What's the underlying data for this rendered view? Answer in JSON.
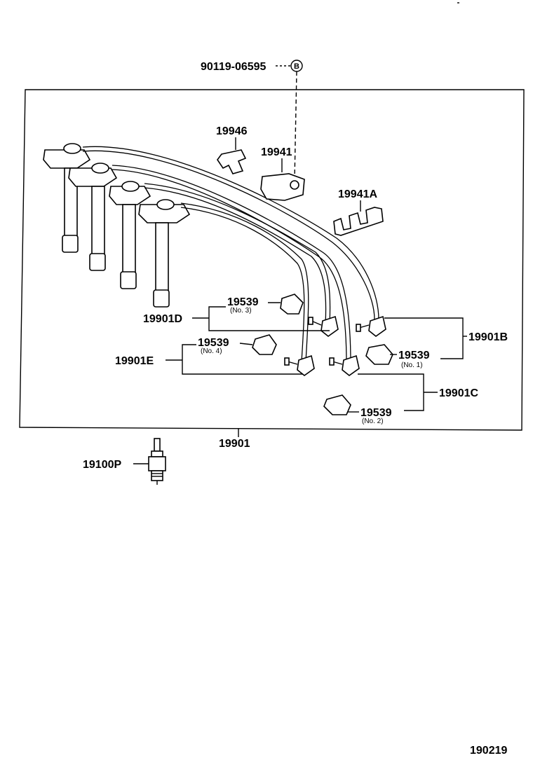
{
  "labels": {
    "bolt": "90119-06595",
    "bolt_marker": "B",
    "clamp_a": "19946",
    "clamp_b": "19941",
    "clamp_c": "19941A",
    "cord_d": "19901D",
    "cord_e": "19901E",
    "cord_b": "19901B",
    "cord_c": "19901C",
    "holder_no3": "19539",
    "holder_no3_sub": "(No. 3)",
    "holder_no4": "19539",
    "holder_no4_sub": "(No. 4)",
    "holder_no1": "19539",
    "holder_no1_sub": "(No. 1)",
    "holder_no2": "19539",
    "holder_no2_sub": "(No. 2)",
    "cord_set": "19901",
    "spark_plug": "19100P",
    "figure_number": "190219"
  }
}
